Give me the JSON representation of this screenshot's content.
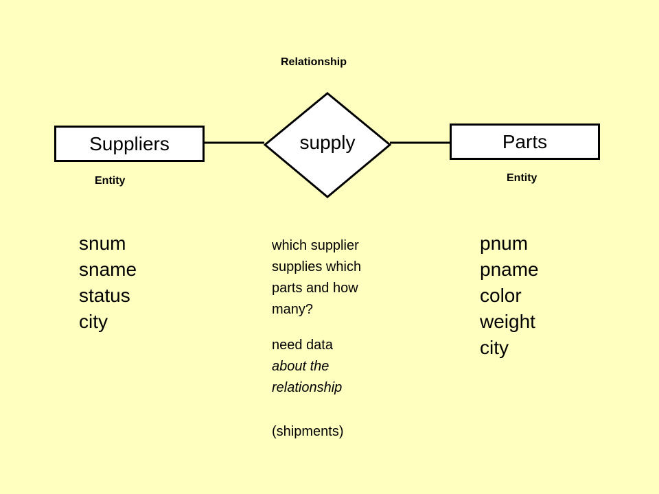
{
  "labels": {
    "relationship": "Relationship",
    "left_entity": "Entity",
    "right_entity": "Entity"
  },
  "entities": {
    "left": {
      "name": "Suppliers",
      "attributes": [
        "snum",
        "sname",
        "status",
        "city"
      ]
    },
    "right": {
      "name": "Parts",
      "attributes": [
        "pnum",
        "pname",
        "color",
        "weight",
        "city"
      ]
    }
  },
  "relationship": {
    "name": "supply"
  },
  "description": {
    "q1": "which supplier",
    "q2": "supplies which",
    "q3": "parts and how",
    "q4": "many?",
    "n1": "need data",
    "n2": "about the",
    "n3": "relationship",
    "s1": "(shipments)"
  },
  "colors": {
    "background": "#ffffc0",
    "box": "#ffffff",
    "stroke": "#000000"
  }
}
